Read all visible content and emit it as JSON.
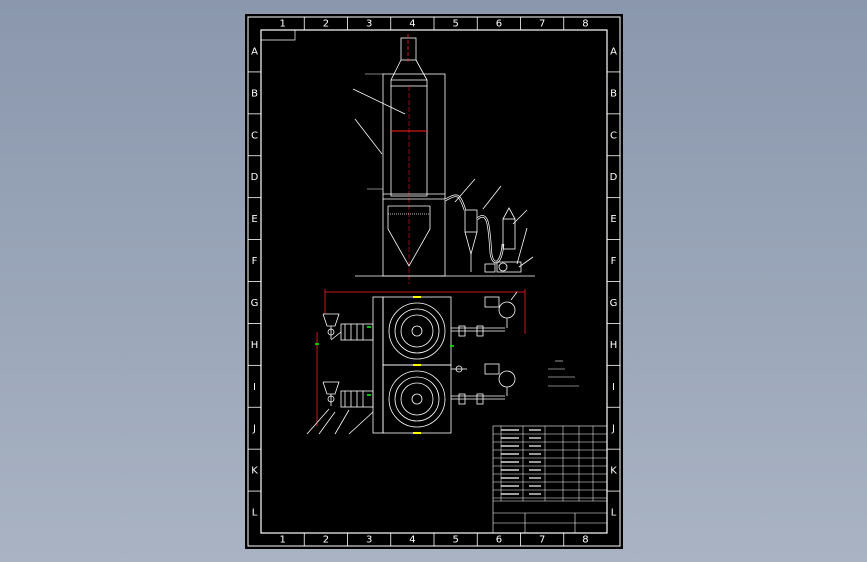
{
  "border": {
    "columns": [
      "1",
      "2",
      "3",
      "4",
      "5",
      "6",
      "7",
      "8"
    ],
    "rows": [
      "A",
      "B",
      "C",
      "D",
      "E",
      "F",
      "G",
      "H",
      "I",
      "J",
      "K",
      "L"
    ]
  },
  "colors": {
    "background": "#000000",
    "linework": "#ffffff",
    "centerline": "#ff2020",
    "dimension": "#ff2020",
    "highlight": "#ffff00",
    "accent": "#00ff00",
    "workspace": "#95a1b5"
  }
}
